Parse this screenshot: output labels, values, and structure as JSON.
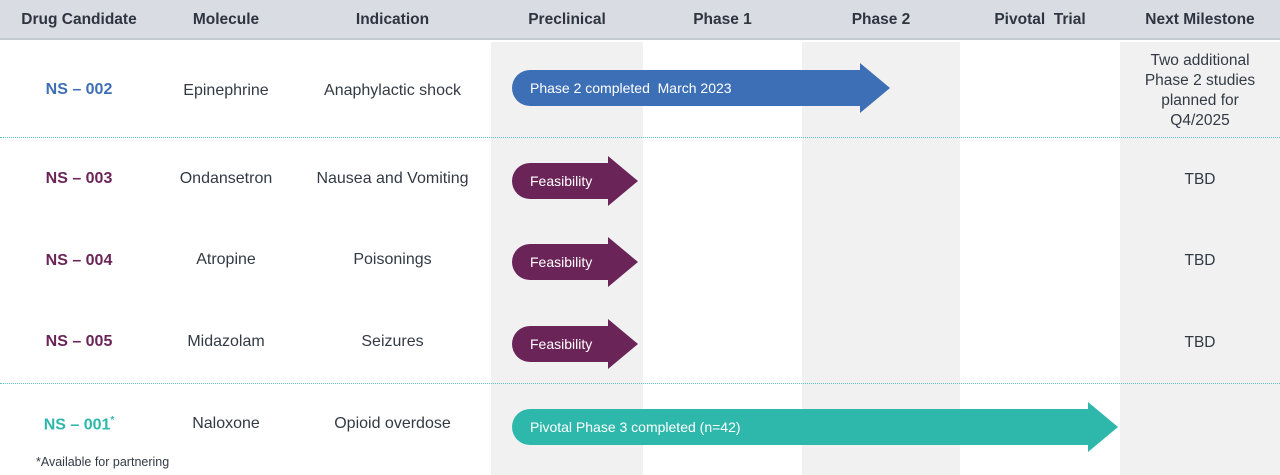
{
  "header": {
    "columns": [
      "Drug Candidate",
      "Molecule",
      "Indication",
      "Preclinical",
      "Phase 1",
      "Phase 2",
      "Pivotal  Trial",
      "Next Milestone"
    ]
  },
  "colors": {
    "blue": "#3d6fb6",
    "purple": "#6b2458",
    "teal": "#2eb8ac",
    "header_bg": "#d9dce2",
    "shade": "#f1f1f1"
  },
  "rows": [
    {
      "candidate": "NS – 002",
      "molecule": "Epinephrine",
      "indication": "Anaphylactic shock",
      "progress_label": "Phase 2 completed  March 2023",
      "stage_reached": "Phase 2",
      "color": "blue",
      "milestone_lines": [
        "Two additional",
        "Phase 2 studies",
        "planned for",
        "Q4/2025"
      ]
    },
    {
      "candidate": "NS – 003",
      "molecule": "Ondansetron",
      "indication": "Nausea and Vomiting",
      "progress_label": "Feasibility",
      "stage_reached": "Preclinical",
      "color": "purple",
      "milestone_lines": [
        "TBD"
      ]
    },
    {
      "candidate": "NS – 004",
      "molecule": "Atropine",
      "indication": "Poisonings",
      "progress_label": "Feasibility",
      "stage_reached": "Preclinical",
      "color": "purple",
      "milestone_lines": [
        "TBD"
      ]
    },
    {
      "candidate": "NS – 005",
      "molecule": "Midazolam",
      "indication": "Seizures",
      "progress_label": "Feasibility",
      "stage_reached": "Preclinical",
      "color": "purple",
      "milestone_lines": [
        "TBD"
      ]
    },
    {
      "candidate": "NS – 001",
      "candidate_mark": "*",
      "molecule": "Naloxone",
      "indication": "Opioid overdose",
      "progress_label": "Pivotal Phase 3 completed (n=42)",
      "stage_reached": "Pivotal Trial",
      "color": "teal",
      "milestone_lines": []
    }
  ],
  "footnote": "*Available for partnering"
}
